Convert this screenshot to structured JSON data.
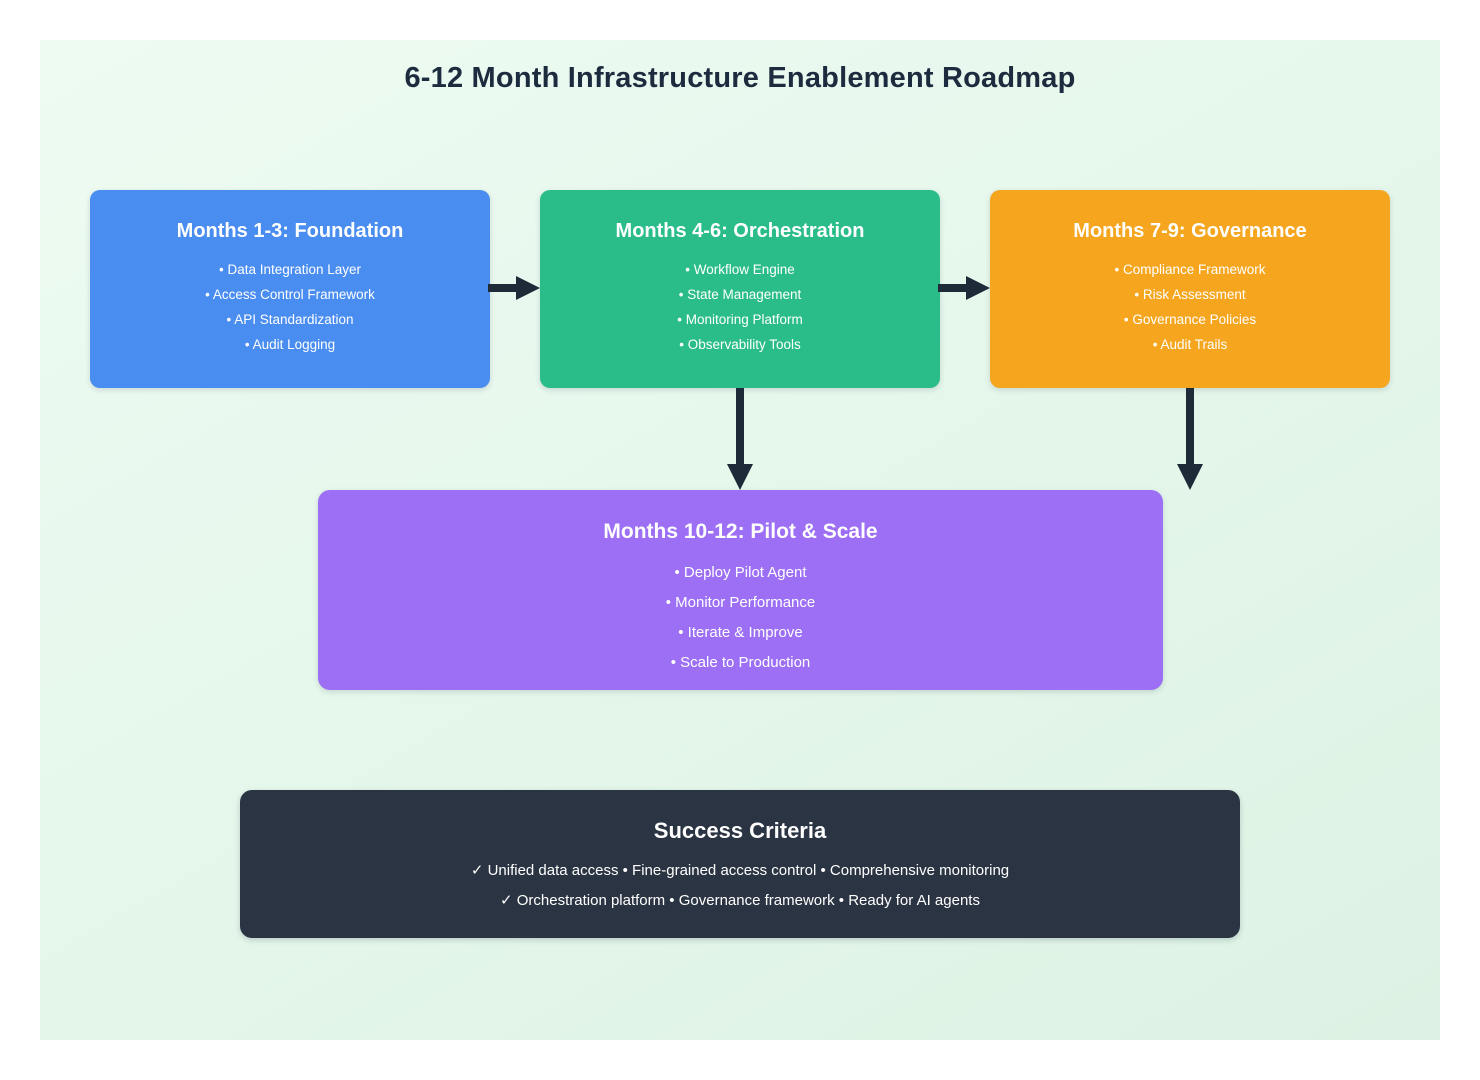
{
  "title": "6-12 Month Infrastructure Enablement Roadmap",
  "phases": [
    {
      "title": "Months 1-3: Foundation",
      "color": "#4a8df0",
      "items": [
        "• Data Integration Layer",
        "• Access Control Framework",
        "• API Standardization",
        "• Audit Logging"
      ]
    },
    {
      "title": "Months 4-6: Orchestration",
      "color": "#2abd8a",
      "items": [
        "• Workflow Engine",
        "• State Management",
        "• Monitoring Platform",
        "• Observability Tools"
      ]
    },
    {
      "title": "Months 7-9: Governance",
      "color": "#f5a61e",
      "items": [
        "• Compliance Framework",
        "• Risk Assessment",
        "• Governance Policies",
        "• Audit Trails"
      ]
    },
    {
      "title": "Months 10-12: Pilot & Scale",
      "color": "#9c6ff4",
      "items": [
        "• Deploy Pilot Agent",
        "• Monitor Performance",
        "• Iterate & Improve",
        "• Scale to Production"
      ]
    }
  ],
  "success": {
    "title": "Success Criteria",
    "color": "#2b3442",
    "lines": [
      "✓ Unified data access • Fine-grained access control • Comprehensive monitoring",
      "✓ Orchestration platform • Governance framework • Ready for AI agents"
    ]
  }
}
